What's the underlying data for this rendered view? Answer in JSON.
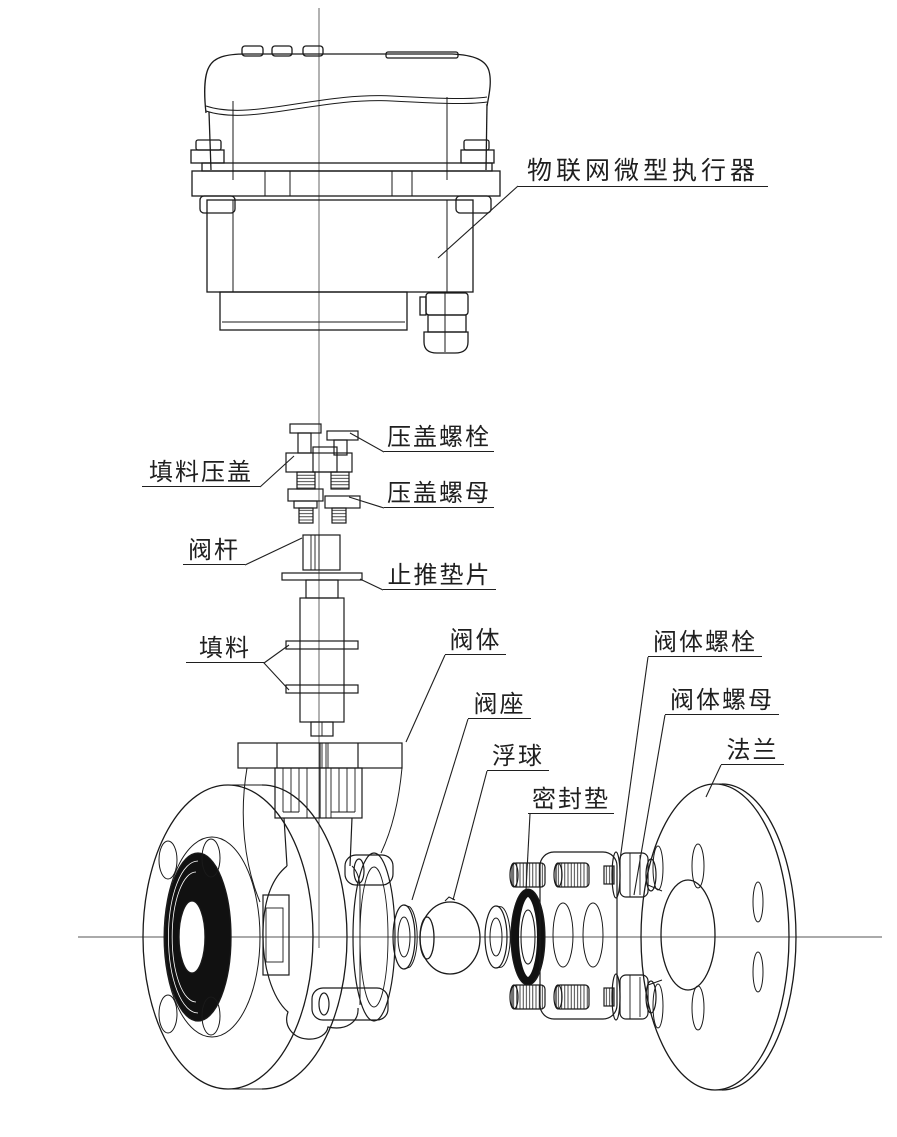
{
  "diagram": {
    "type": "exploded-assembly-technical-drawing",
    "labels": {
      "actuator": "物联网微型执行器",
      "gland_bolt": "压盖螺栓",
      "packing_gland": "填料压盖",
      "gland_nut": "压盖螺母",
      "stem": "阀杆",
      "thrust_washer": "止推垫片",
      "packing": "填料",
      "body": "阀体",
      "body_bolt": "阀体螺栓",
      "seat": "阀座",
      "body_nut": "阀体螺母",
      "ball": "浮球",
      "flange": "法兰",
      "gasket": "密封垫"
    },
    "colors": {
      "line": "#1a1a1a",
      "background": "#ffffff",
      "dark_fill": "#111111"
    }
  }
}
